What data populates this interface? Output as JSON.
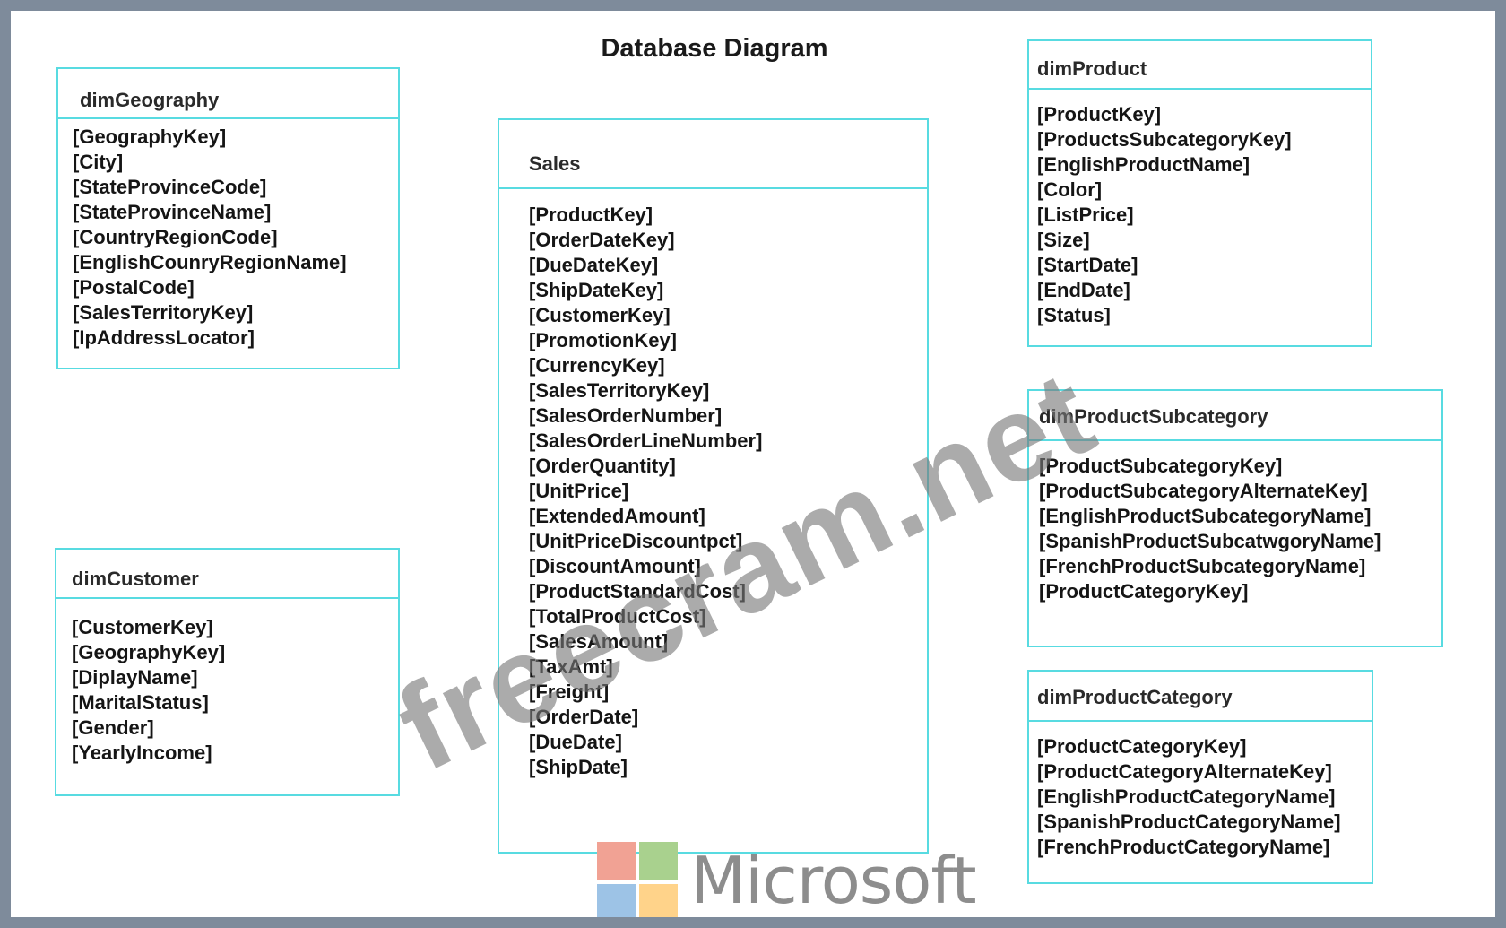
{
  "title": "Database Diagram",
  "tables": [
    {
      "id": "dimGeography",
      "name": "dimGeography",
      "fields": [
        "[GeographyKey]",
        "[City]",
        "[StateProvinceCode]",
        "[StateProvinceName]",
        "[CountryRegionCode]",
        "[EnglishCounryRegionName]",
        "[PostalCode]",
        "[SalesTerritoryKey]",
        "[IpAddressLocator]"
      ]
    },
    {
      "id": "dimCustomer",
      "name": "dimCustomer",
      "fields": [
        "[CustomerKey]",
        "[GeographyKey]",
        "[DiplayName]",
        "[MaritalStatus]",
        "[Gender]",
        "[YearlyIncome]"
      ]
    },
    {
      "id": "Sales",
      "name": "Sales",
      "fields": [
        "[ProductKey]",
        "[OrderDateKey]",
        "[DueDateKey]",
        "[ShipDateKey]",
        "[CustomerKey]",
        "[PromotionKey]",
        "[CurrencyKey]",
        "[SalesTerritoryKey]",
        "[SalesOrderNumber]",
        "[SalesOrderLineNumber]",
        "[OrderQuantity]",
        "[UnitPrice]",
        "[ExtendedAmount]",
        "[UnitPriceDiscountpct]",
        "[DiscountAmount]",
        "[ProductStandardCost]",
        "[TotalProductCost]",
        "[SalesAmount]",
        "[TaxAmt]",
        "[Freight]",
        "[OrderDate]",
        "[DueDate]",
        "[ShipDate]"
      ]
    },
    {
      "id": "dimProduct",
      "name": "dimProduct",
      "fields": [
        "[ProductKey]",
        "[ProductsSubcategoryKey]",
        "[EnglishProductName]",
        "[Color]",
        "[ListPrice]",
        "[Size]",
        "[StartDate]",
        "[EndDate]",
        "[Status]"
      ]
    },
    {
      "id": "dimProductSubcategory",
      "name": "dimProductSubcategory",
      "fields": [
        "[ProductSubcategoryKey]",
        "[ProductSubcategoryAlternateKey]",
        "[EnglishProductSubcategoryName]",
        "[SpanishProductSubcatwgoryName]",
        "[FrenchProductSubcategoryName]",
        "[ProductCategoryKey]"
      ]
    },
    {
      "id": "dimProductCategory",
      "name": "dimProductCategory",
      "fields": [
        "[ProductCategoryKey]",
        "[ProductCategoryAlternateKey]",
        "[EnglishProductCategoryName]",
        "[SpanishProductCategoryName]",
        "[FrenchProductCategoryName]"
      ]
    }
  ],
  "watermark": "freecram.net",
  "logo": {
    "wordmark": "Microsoft",
    "colors": [
      "#f1a294",
      "#a9d18e",
      "#9dc3e6",
      "#ffd38a"
    ],
    "icon": "microsoft-logo-icon"
  },
  "colors": {
    "table_border": "#58dbe1",
    "page_frame": "#7e8b9b"
  }
}
